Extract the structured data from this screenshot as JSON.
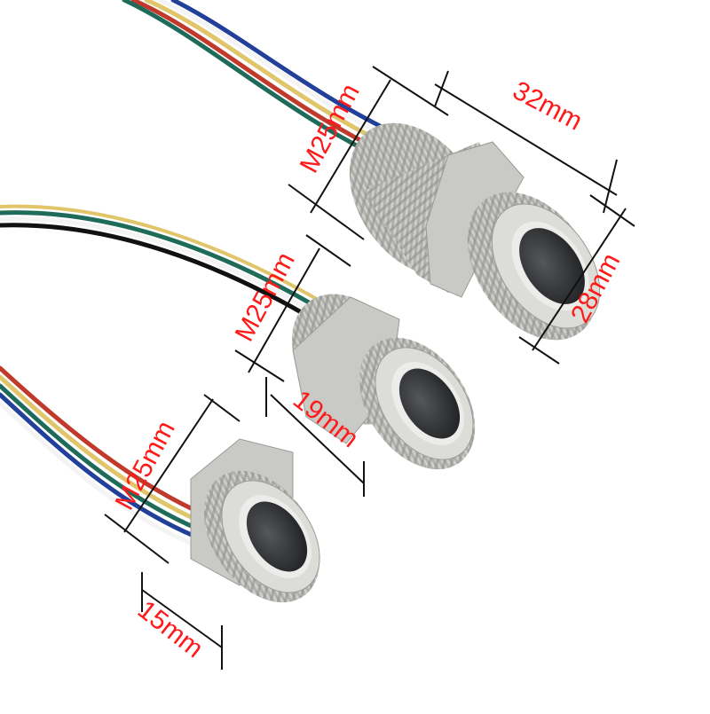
{
  "image": {
    "subject": "Three stainless steel fingerprint sensor modules with M25 threads and wire leads",
    "background_color": "#ffffff",
    "metal_color": "#b8b8b4",
    "sensor_color": "#3a3a3c",
    "annotation_text_color": "#ff1a1a",
    "annotation_line_color": "#111111"
  },
  "wires": {
    "colors": [
      "#c0392b",
      "#e0c56a",
      "#f4f4f4",
      "#1f6b5a",
      "#22409a",
      "#111111"
    ]
  },
  "modules": [
    {
      "id": "large",
      "thread_label": "M25mm",
      "length_label": "32mm",
      "diameter_label": "28mm"
    },
    {
      "id": "medium",
      "thread_label": "M25mm",
      "length_label": "19mm"
    },
    {
      "id": "small",
      "thread_label": "M25mm",
      "length_label": "15mm"
    }
  ]
}
